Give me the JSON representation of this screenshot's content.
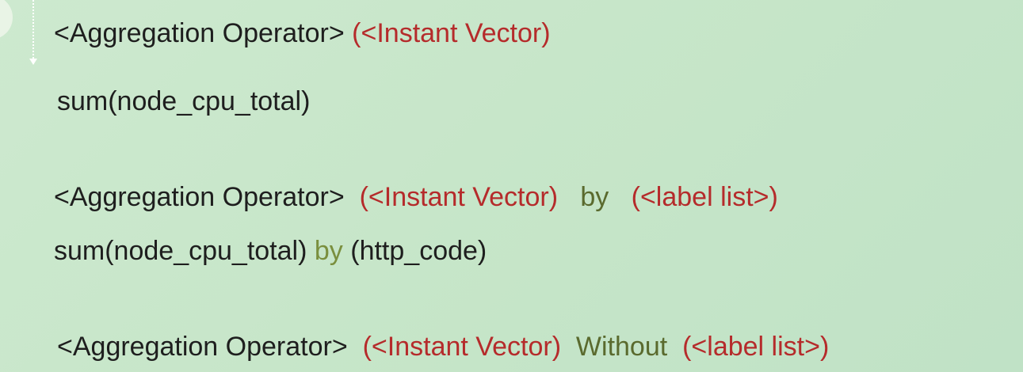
{
  "block1": {
    "operator": "<Aggregation Operator>",
    "vector": "(<Instant Vector)",
    "example": "sum(node_cpu_total)"
  },
  "block2": {
    "operator": "<Aggregation Operator>",
    "vector": "(<Instant Vector)",
    "keyword": "by",
    "labels": "(<label list>)",
    "example_expr": "sum(node_cpu_total)",
    "example_keyword": "by",
    "example_labels": "(http_code)"
  },
  "block3": {
    "operator": "<Aggregation Operator>",
    "vector": "(<Instant Vector)",
    "keyword": "Without",
    "labels": "(<label list>)"
  },
  "colors": {
    "syntax_red": "#b52b2b",
    "keyword_olive": "#5a6a2e",
    "text_dark": "#1e1e1e",
    "background_green": "#c7e6c9"
  }
}
